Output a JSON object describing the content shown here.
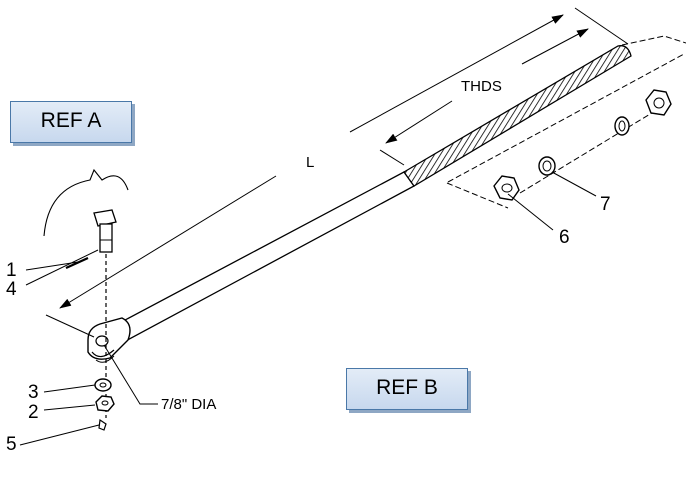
{
  "ref_buttons": {
    "ref_a": "REF A",
    "ref_b": "REF B"
  },
  "dimensions": {
    "length": "L",
    "threads": "THDS",
    "diameter": "7/8\" DIA"
  },
  "callouts": {
    "c1": "1",
    "c2": "2",
    "c3": "3",
    "c4": "4",
    "c5": "5",
    "c6": "6",
    "c7": "7"
  },
  "colors": {
    "line": "#000000",
    "button_border": "#4a78a8",
    "button_fill": "#c7d8ee"
  }
}
